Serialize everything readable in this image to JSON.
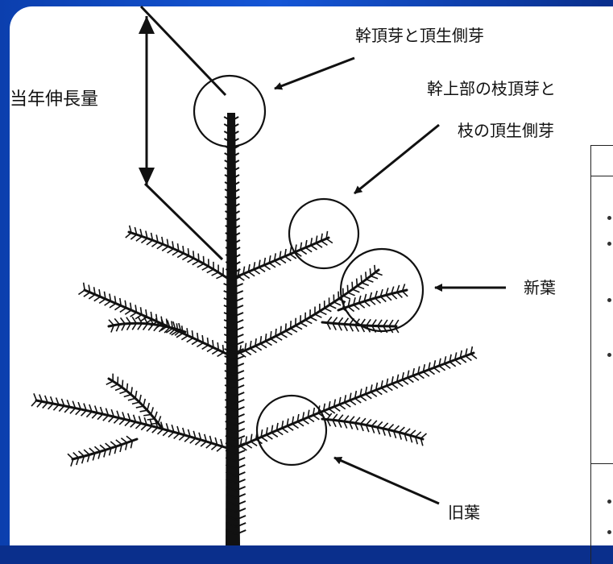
{
  "labels": {
    "annual_growth": "当年伸長量",
    "terminal_buds": "幹頂芽と頂生側芽",
    "branch_buds_line1": "幹上部の枝頂芽と",
    "branch_buds_line2": "枝の頂生側芽",
    "new_leaves": "新葉",
    "old_leaves": "旧葉"
  },
  "colors": {
    "frame": "#1556d6",
    "ink": "#111111",
    "paper": "#ffffff"
  }
}
